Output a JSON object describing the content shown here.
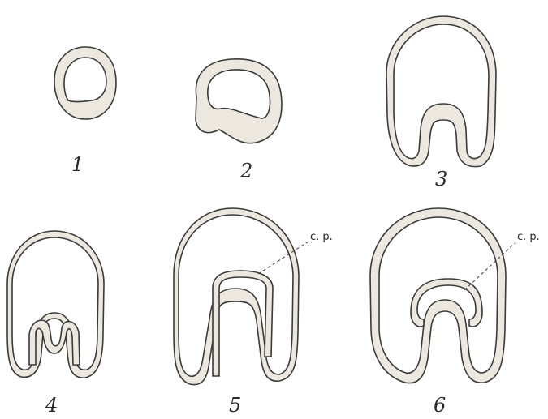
{
  "figures": [
    {
      "number": "1"
    },
    {
      "number": "2"
    },
    {
      "number": "3"
    },
    {
      "number": "4"
    },
    {
      "number": "5",
      "label": "c. p."
    },
    {
      "number": "6",
      "label": "c. p."
    }
  ],
  "colors": {
    "stroke": "#3a3a3a",
    "stipple": "#ece8df"
  }
}
